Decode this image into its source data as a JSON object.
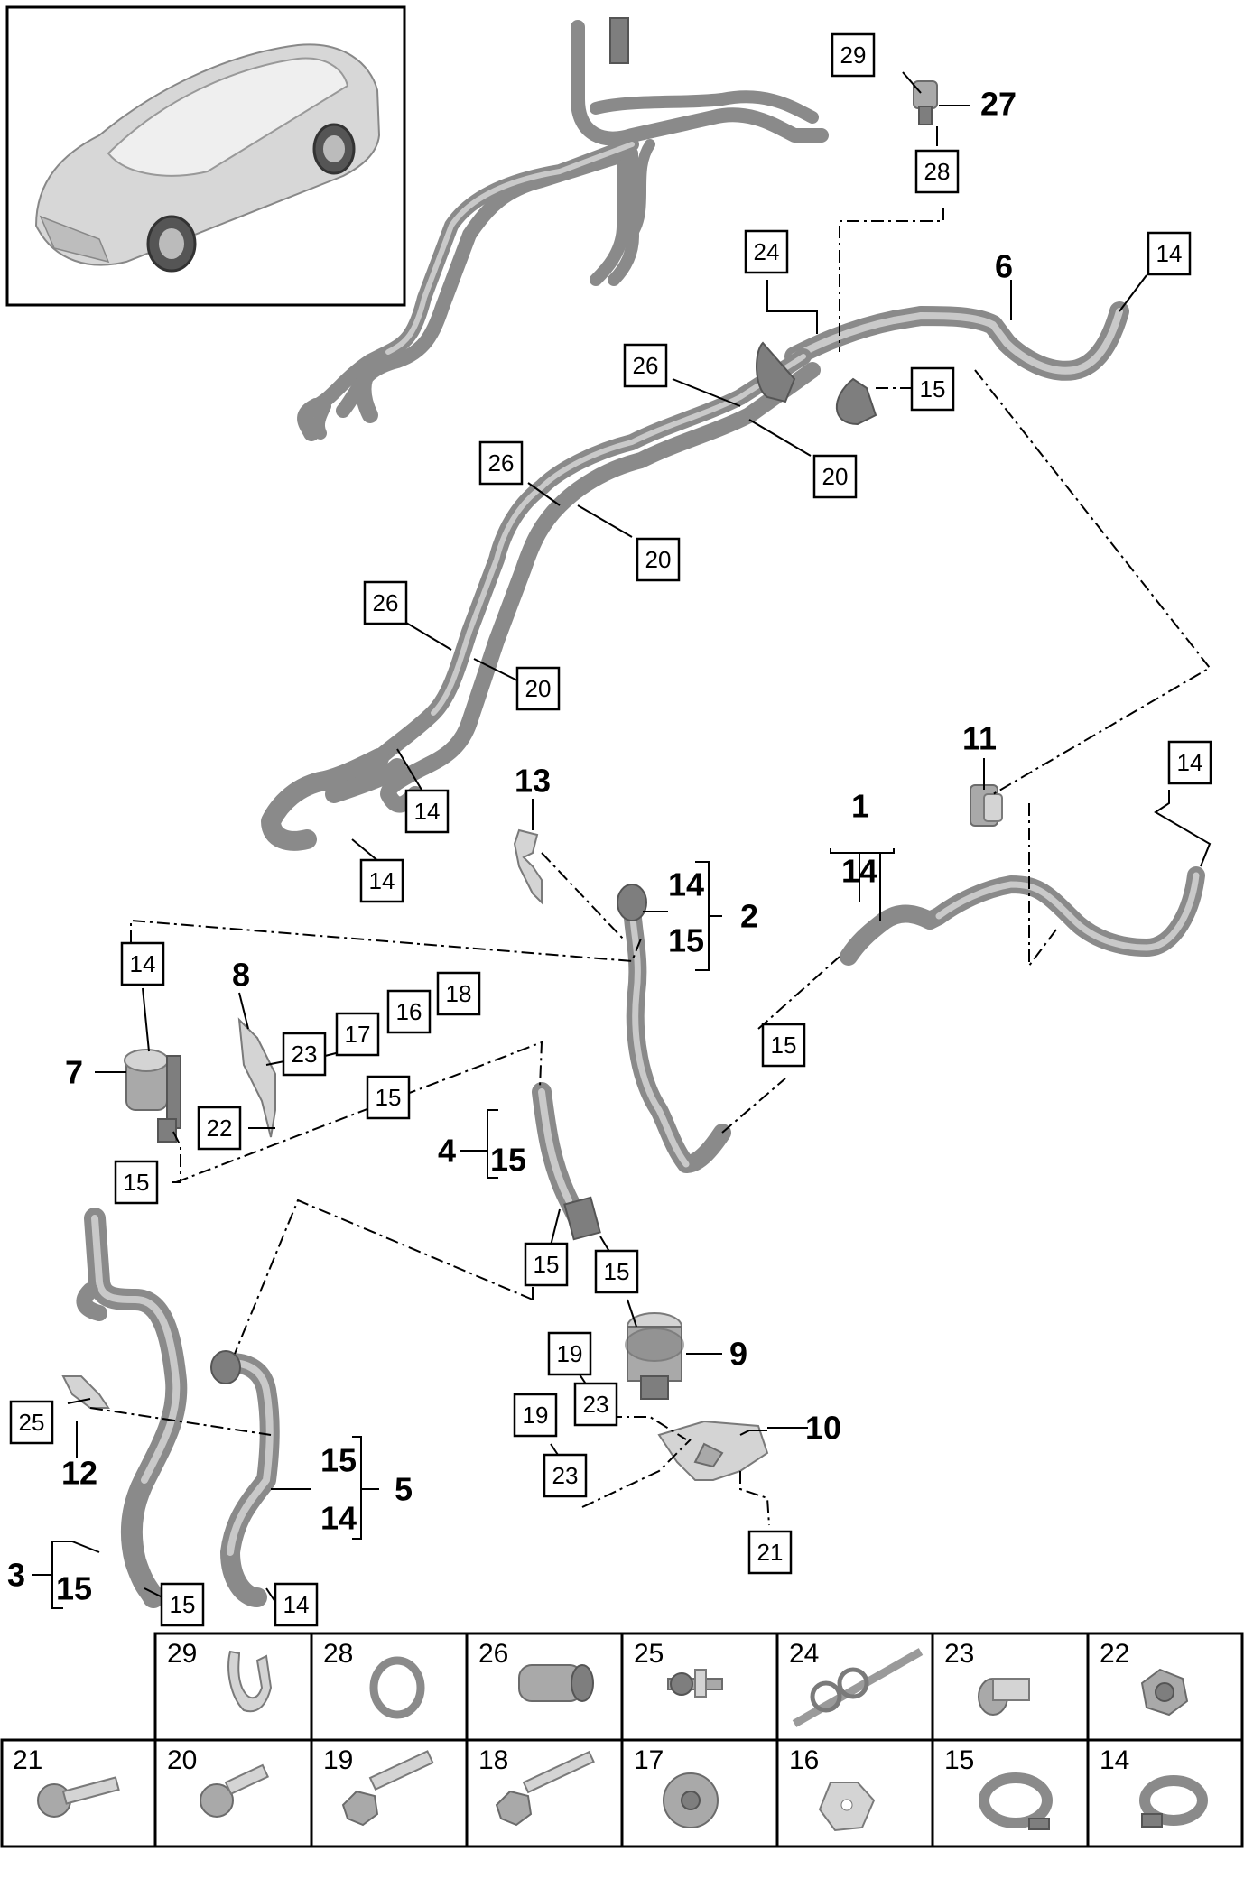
{
  "diagram": {
    "callouts_boxed": [
      "29",
      "28",
      "24",
      "14",
      "26",
      "15",
      "20",
      "26",
      "20",
      "26",
      "20",
      "14",
      "14",
      "14",
      "14",
      "15",
      "15",
      "23",
      "17",
      "16",
      "18",
      "22",
      "15",
      "15",
      "15",
      "19",
      "23",
      "19",
      "23",
      "21",
      "25",
      "15",
      "14"
    ],
    "callouts_bold": [
      "27",
      "6",
      "11",
      "13",
      "1",
      "14",
      "14",
      "15",
      "2",
      "7",
      "8",
      "4",
      "15",
      "9",
      "10",
      "12",
      "3",
      "15",
      "15",
      "14",
      "5"
    ]
  },
  "labels": {
    "b29": "29",
    "b28": "28",
    "b27": "27",
    "b24": "24",
    "b14a": "14",
    "b6": "6",
    "b26a": "26",
    "b15a": "15",
    "b20a": "20",
    "b26b": "26",
    "b20b": "20",
    "b26c": "26",
    "b20c": "20",
    "b14b": "14",
    "b14c": "14",
    "b11": "11",
    "b14d": "14",
    "b13": "13",
    "b1": "1",
    "b1_14": "14",
    "b2_14": "14",
    "b2_15": "15",
    "b2": "2",
    "b14e": "14",
    "b7": "7",
    "b8": "8",
    "b18": "18",
    "b16": "16",
    "b17": "17",
    "b23a": "23",
    "b22": "22",
    "b15b": "15",
    "b15c": "15",
    "b4": "4",
    "b4_15": "15",
    "b15d": "15",
    "b15e": "15",
    "b15f": "15",
    "b9": "9",
    "b19a": "19",
    "b23b": "23",
    "b19b": "19",
    "b23c": "23",
    "b10": "10",
    "b21": "21",
    "b25": "25",
    "b12": "12",
    "b3": "3",
    "b3_15": "15",
    "b15g": "15",
    "b5_15": "15",
    "b5_14": "14",
    "b5": "5",
    "b14f": "14"
  },
  "parts_table": {
    "row1": [
      "29",
      "28",
      "26",
      "25",
      "24",
      "23",
      "22"
    ],
    "row2": [
      "21",
      "20",
      "19",
      "18",
      "17",
      "16",
      "15",
      "14"
    ]
  }
}
